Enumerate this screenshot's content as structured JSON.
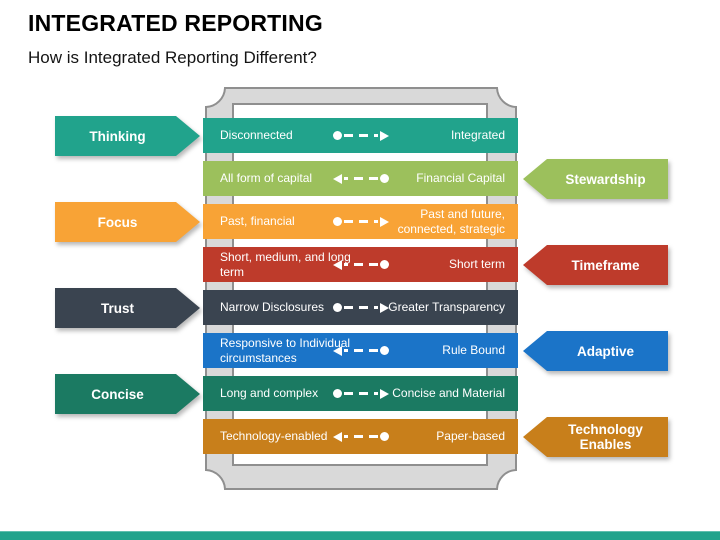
{
  "slide": {
    "title": "INTEGRATED REPORTING",
    "subtitle": "How is Integrated Reporting Different?",
    "footer_color": "#21A38C"
  },
  "rows": [
    {
      "left": "Disconnected",
      "right": "Integrated",
      "direction": "right",
      "color": "#21A38C"
    },
    {
      "left": "All form of capital",
      "right": "Financial Capital",
      "direction": "left",
      "color": "#9CC05C"
    },
    {
      "left": "Past, financial",
      "right": "Past and future, connected, strategic",
      "direction": "right",
      "color": "#F8A336"
    },
    {
      "left": "Short, medium, and long term",
      "right": "Short term",
      "direction": "left",
      "color": "#BE3B2B"
    },
    {
      "left": "Narrow Disclosures",
      "right": "Greater Transparency",
      "direction": "right",
      "color": "#3A4450"
    },
    {
      "left": "Responsive to Individual circumstances",
      "right": "Rule Bound",
      "direction": "left",
      "color": "#1B74C8"
    },
    {
      "left": "Long and complex",
      "right": "Concise and Material",
      "direction": "right",
      "color": "#1B7A62"
    },
    {
      "left": "Technology-enabled",
      "right": "Paper-based",
      "direction": "left",
      "color": "#C87F1B"
    }
  ],
  "left_labels": [
    {
      "text": "Thinking",
      "color": "#21A38C"
    },
    {
      "text": "Focus",
      "color": "#F8A336"
    },
    {
      "text": "Trust",
      "color": "#3A4450"
    },
    {
      "text": "Concise",
      "color": "#1B7A62"
    }
  ],
  "right_labels": [
    {
      "text": "Stewardship",
      "color": "#9CC05C"
    },
    {
      "text": "Timeframe",
      "color": "#BE3B2B"
    },
    {
      "text": "Adaptive",
      "color": "#1B74C8"
    },
    {
      "text": "Technology Enables",
      "color": "#C87F1B"
    }
  ],
  "icons": {
    "flow_arrow": "dashed-arrow-with-dot"
  }
}
